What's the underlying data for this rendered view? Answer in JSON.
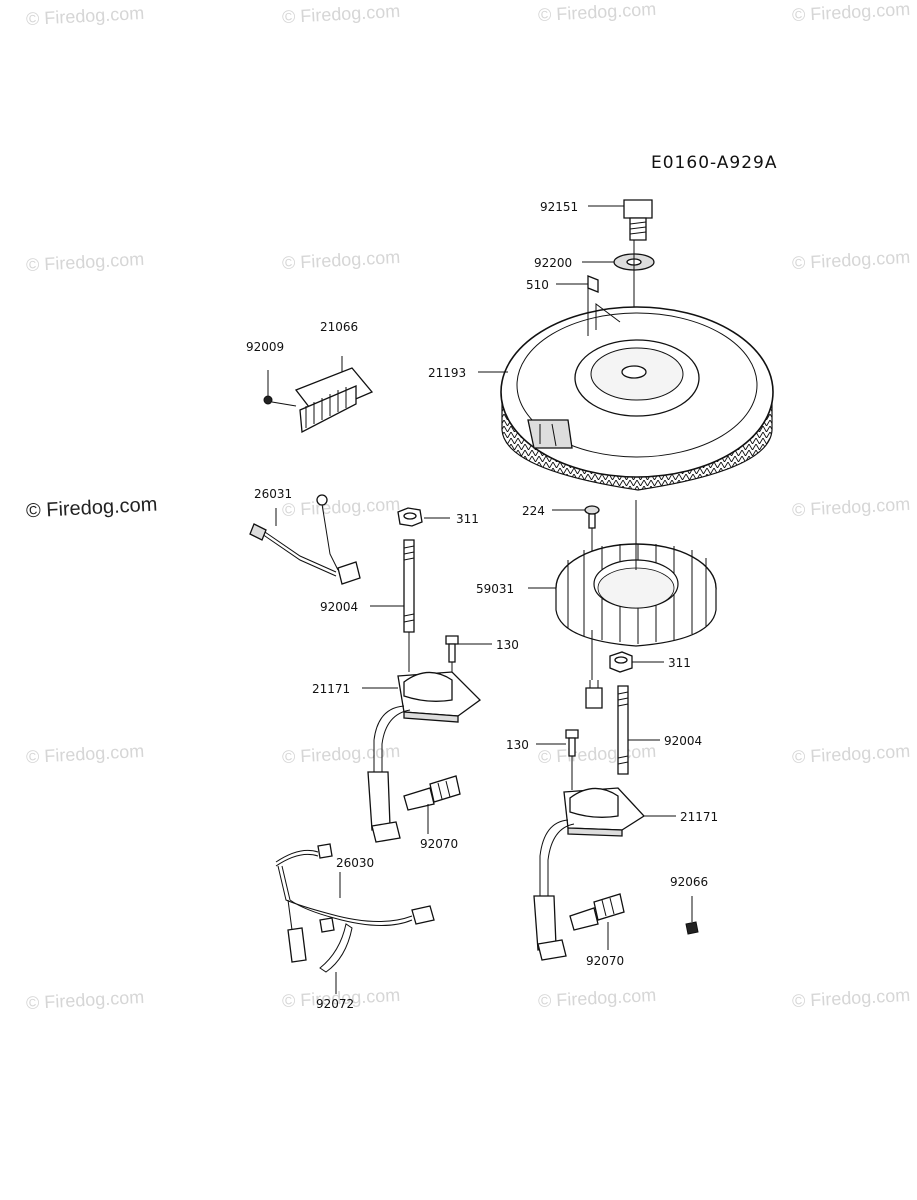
{
  "watermark_text": "© Firedog.com",
  "reference_code": "E0160-A929A",
  "parts": [
    {
      "number": "92151"
    },
    {
      "number": "92200"
    },
    {
      "number": "510"
    },
    {
      "number": "21066"
    },
    {
      "number": "92009"
    },
    {
      "number": "21193"
    },
    {
      "number": "26031"
    },
    {
      "number": "311"
    },
    {
      "number": "224"
    },
    {
      "number": "59031"
    },
    {
      "number": "92004"
    },
    {
      "number": "130"
    },
    {
      "number": "311"
    },
    {
      "number": "21171"
    },
    {
      "number": "130"
    },
    {
      "number": "92004"
    },
    {
      "number": "92070"
    },
    {
      "number": "21171"
    },
    {
      "number": "26030"
    },
    {
      "number": "92066"
    },
    {
      "number": "92070"
    },
    {
      "number": "92072"
    }
  ]
}
